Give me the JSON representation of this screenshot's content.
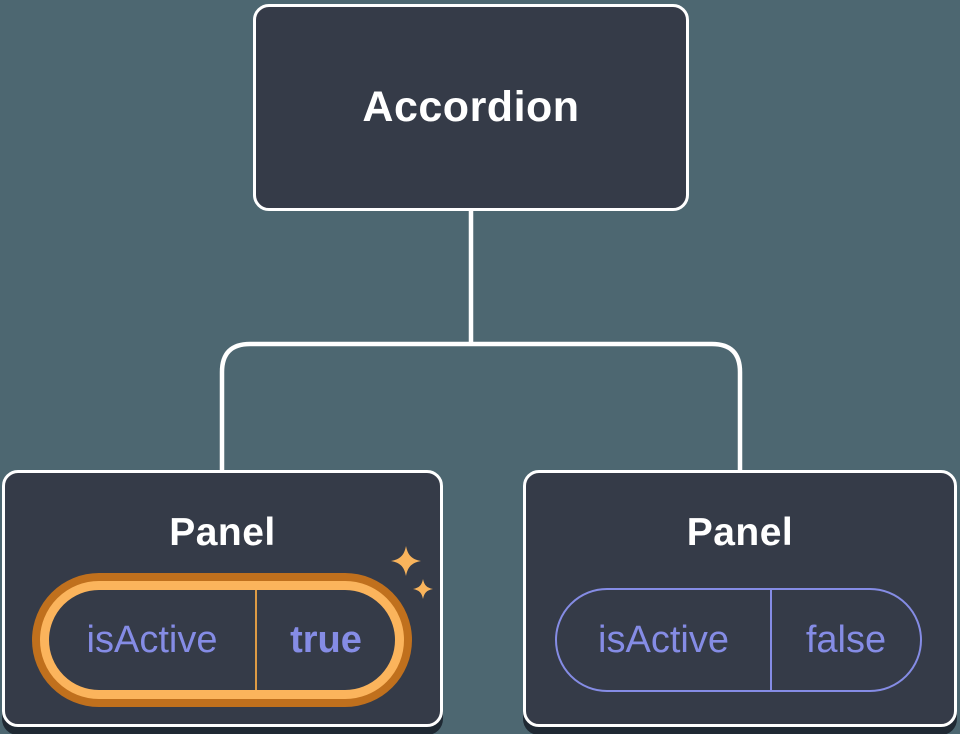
{
  "diagram": {
    "title": "component-state-tree",
    "root_component": {
      "label": "Accordion"
    },
    "panels": [
      {
        "label": "Panel",
        "prop_name": "isActive",
        "prop_value": "true",
        "highlighted": true,
        "icons": [
          "sparkle-large-icon",
          "sparkle-small-icon"
        ]
      },
      {
        "label": "Panel",
        "prop_name": "isActive",
        "prop_value": "false",
        "highlighted": false
      }
    ]
  },
  "colors": {
    "background": "#4D6771",
    "box_fill": "#353B48",
    "box_border": "#FFFFFF",
    "connector_line": "#FFFFFF",
    "prop_text": "#858CE5",
    "plain_pill_border": "#858CE5",
    "highlight_ring_outer": "#C0701D",
    "highlight_ring_inner": "#FBB45C",
    "highlight_divider": "#DD9B45",
    "sparkle": "#F9B45C",
    "panel_shadow": "rgba(24,30,40,0.85)"
  }
}
